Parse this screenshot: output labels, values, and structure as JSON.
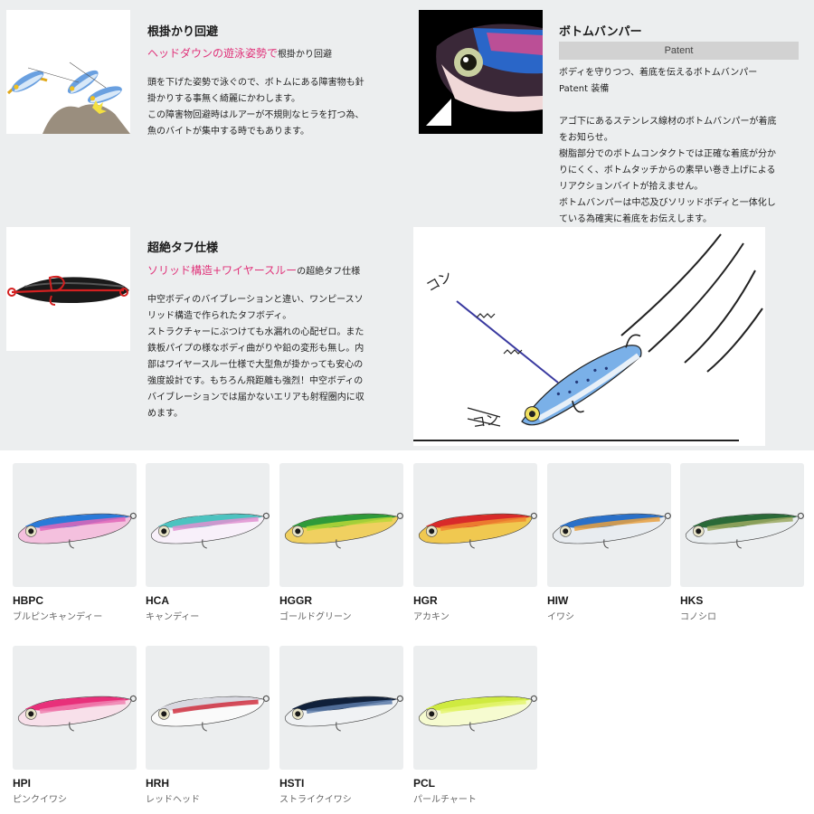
{
  "features": {
    "snag": {
      "title": "根掛かり回避",
      "sub_accent": "ヘッドダウンの遊泳姿勢で",
      "sub_tail": "根掛かり回避",
      "lines": [
        "頭を下げた姿勢で泳ぐので、ボトムにある障害物も針",
        "掛かりする事無く綺麗にかわします。",
        "この障害物回避時はルアーが不規則なヒラを打つ為、",
        "魚のバイトが集中する時でもあります。"
      ]
    },
    "bumper": {
      "title": "ボトムバンパー",
      "patent": "Patent",
      "lines": [
        "ボディを守りつつ、着底を伝えるボトムバンパー",
        "Patent 装備",
        "",
        "アゴ下にあるステンレス線材のボトムバンパーが着底",
        "をお知らせ。",
        "樹脂部分でのボトムコンタクトでは正確な着底が分か",
        "りにくく、ボトムタッチからの素早い巻き上げによる",
        "リアクションバイトが拾えません。",
        "ボトムバンパーは中芯及びソリッドボディと一体化し",
        "ている為確実に着底をお伝えします。"
      ]
    },
    "tough": {
      "title": "超絶タフ仕様",
      "sub_accent": "ソリッド構造+ワイヤースルー",
      "sub_tail": "の超絶タフ仕様",
      "lines": [
        "中空ボディのバイブレーションと違い、ワンピースソ",
        "リッド構造で作られたタフボディ。",
        "ストラクチャーにぶつけても水漏れの心配ゼロ。また",
        "鉄板パイプの様なボディ曲がりや鉛の変形も無し。内",
        "部はワイヤースルー仕様で大型魚が掛かっても安心の",
        "強度設計です。もちろん飛距離も強烈！中空ボディの",
        "バイブレーションでは届かないエリアも射程圏内に収",
        "めます。"
      ]
    },
    "illustration": {
      "sfx_1": "コン",
      "sfx_2": "コン"
    }
  },
  "colors": [
    {
      "code": "HBPC",
      "name": "ブルピンキャンディー",
      "back": "#2a7ad8",
      "mid": "#e066b8",
      "belly": "#f4c0de"
    },
    {
      "code": "HCA",
      "name": "キャンディー",
      "back": "#4cc3c0",
      "mid": "#e090d0",
      "belly": "#f8f0fa"
    },
    {
      "code": "HGGR",
      "name": "ゴールドグリーン",
      "back": "#2e9a3a",
      "mid": "#b8d838",
      "belly": "#f0d060"
    },
    {
      "code": "HGR",
      "name": "アカキン",
      "back": "#d82a2a",
      "mid": "#f08830",
      "belly": "#f0c850"
    },
    {
      "code": "HIW",
      "name": "イワシ",
      "back": "#2a70c8",
      "mid": "#e8a040",
      "belly": "#e8ecf0"
    },
    {
      "code": "HKS",
      "name": "コノシロ",
      "back": "#2a6a38",
      "mid": "#9aa860",
      "belly": "#eaeef0"
    },
    {
      "code": "HPI",
      "name": "ピンクイワシ",
      "back": "#e8307a",
      "mid": "#f080b0",
      "belly": "#f8e0ea"
    },
    {
      "code": "HRH",
      "name": "レッドヘッド",
      "back": "#d8d8e0",
      "mid": "#d03040",
      "belly": "#fafafa"
    },
    {
      "code": "HSTI",
      "name": "ストライクイワシ",
      "back": "#10203a",
      "mid": "#5a7aa8",
      "belly": "#f0f2f4"
    },
    {
      "code": "PCL",
      "name": "パールチャート",
      "back": "#cfea40",
      "mid": "#e4f470",
      "belly": "#f6fbd0"
    }
  ]
}
